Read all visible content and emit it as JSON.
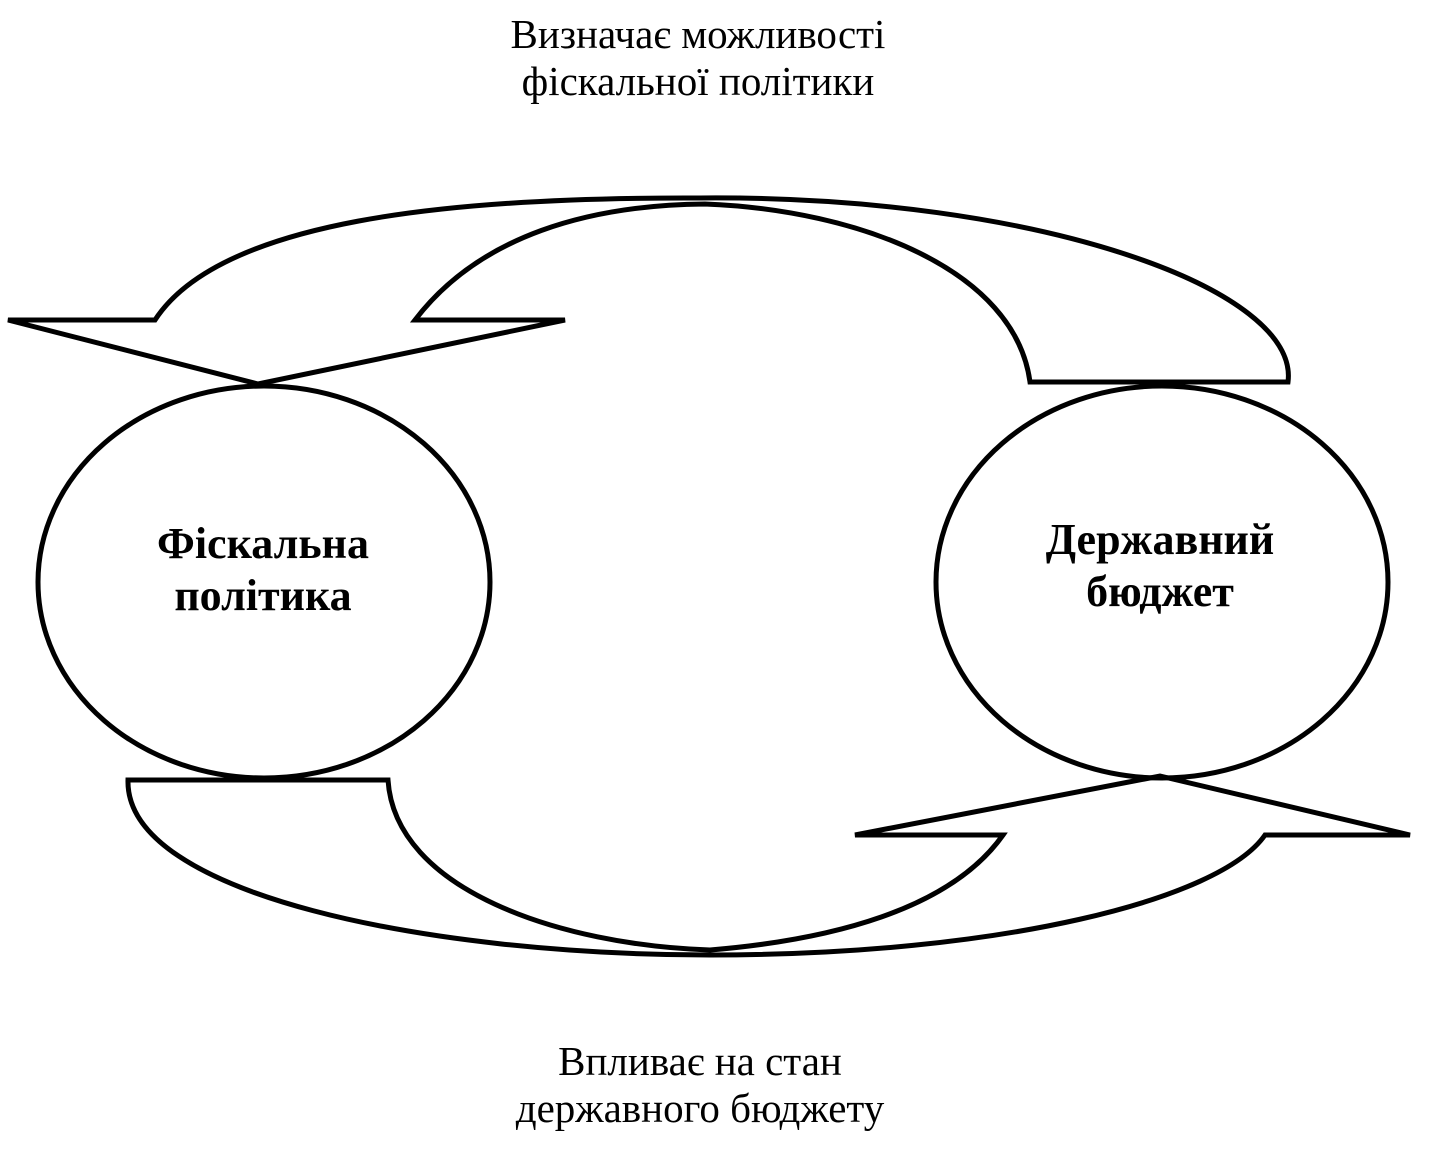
{
  "diagram": {
    "caption_top": {
      "line1": "Визначає можливості",
      "line2": "фіскальної політики"
    },
    "caption_bottom": {
      "line1": "Впливає на стан",
      "line2": "державного бюджету"
    },
    "nodes": {
      "left": {
        "line1": "Фіскальна",
        "line2": "політика"
      },
      "right": {
        "line1": "Державний",
        "line2": "бюджет"
      }
    },
    "colors": {
      "stroke": "#000000",
      "background": "#ffffff"
    }
  }
}
